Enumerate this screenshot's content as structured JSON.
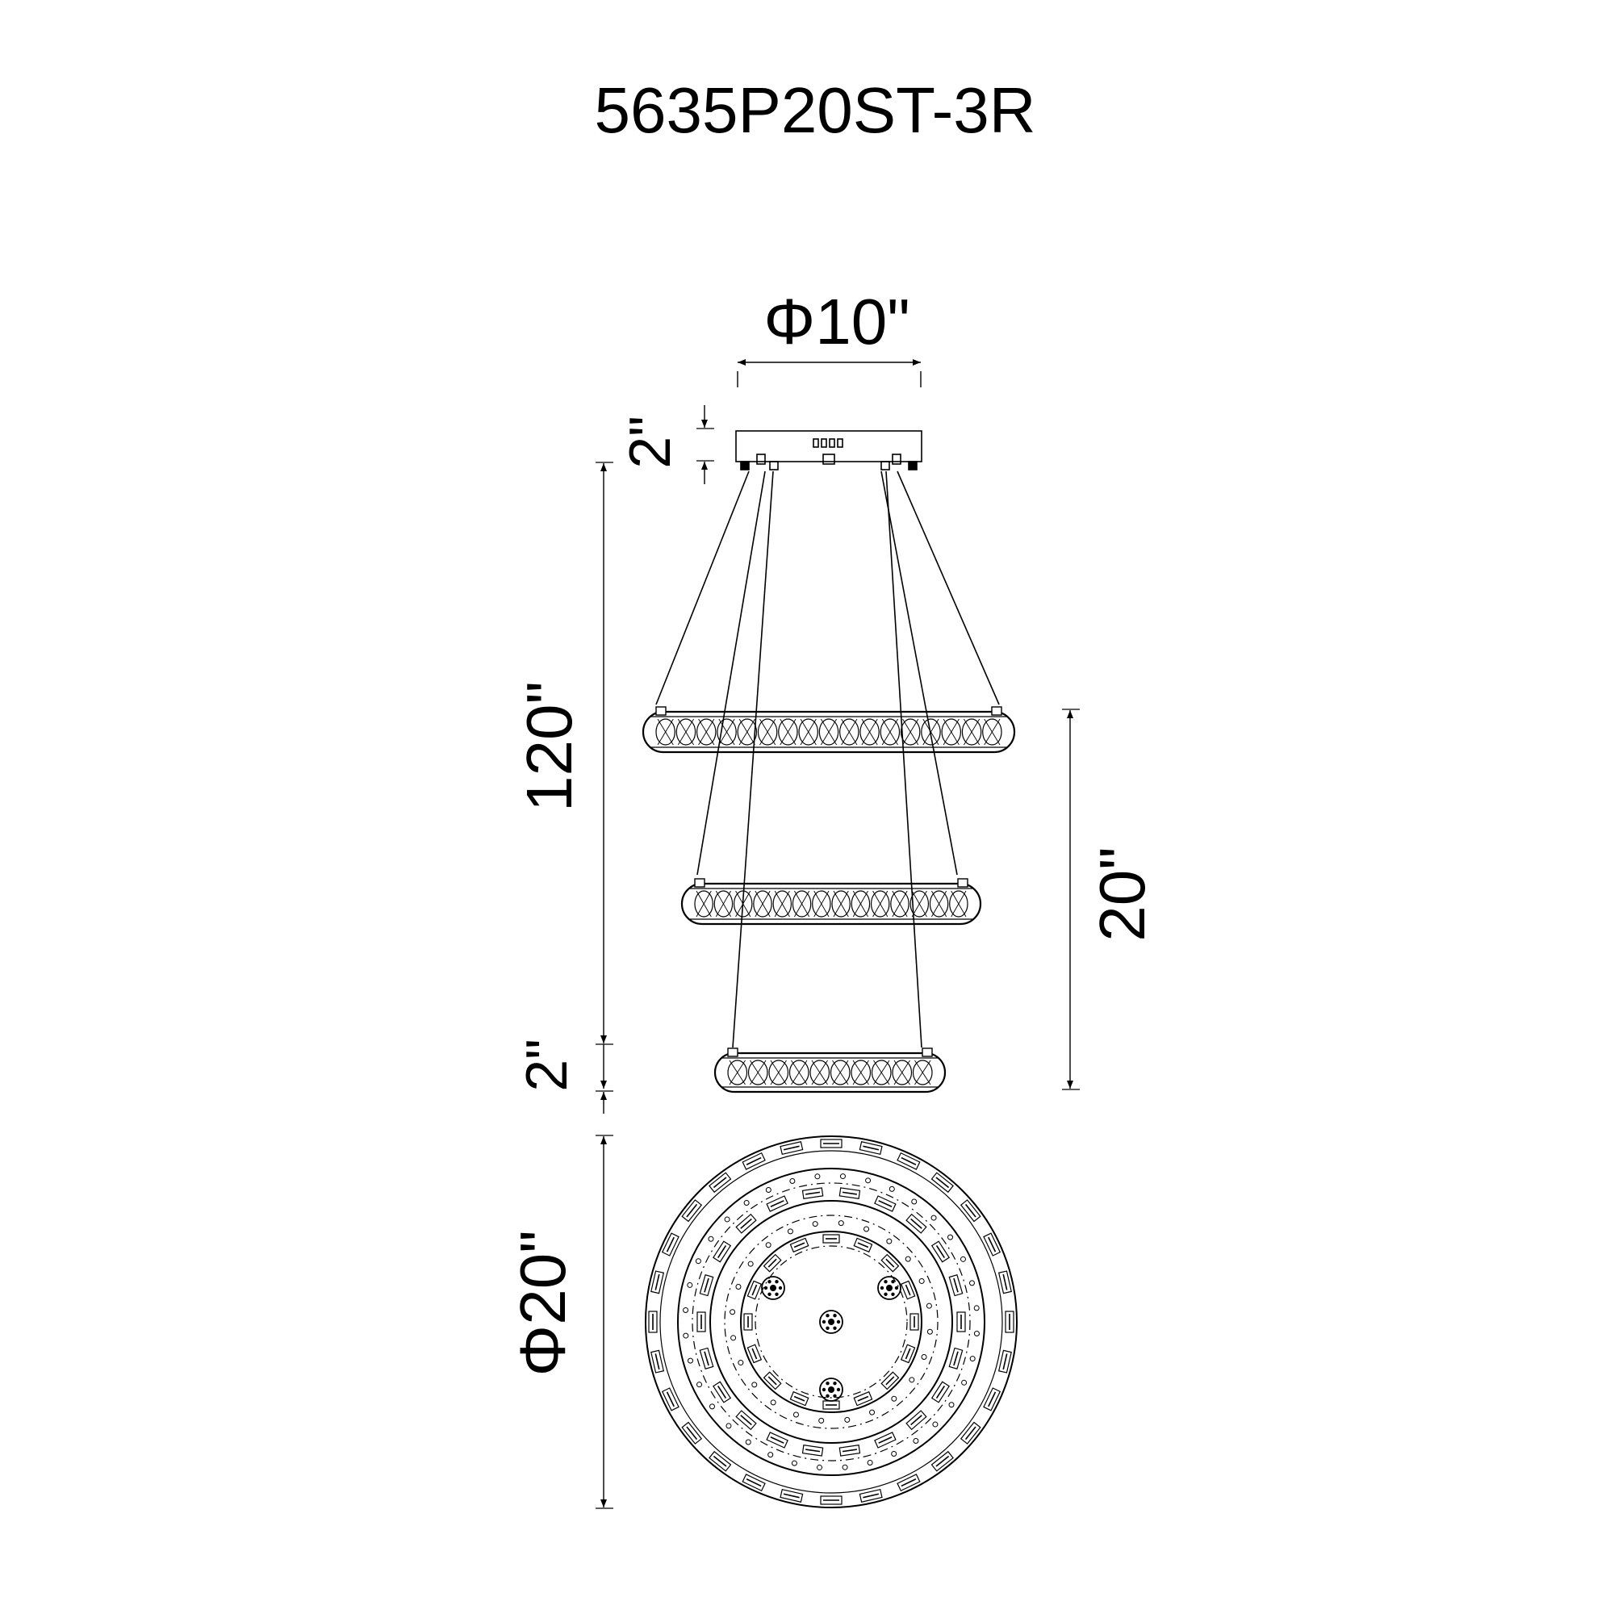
{
  "model": "5635P20ST-3R",
  "dimensions": {
    "canopy_diameter": "Φ10\"",
    "canopy_height": "2\"",
    "overall_height": "120\"",
    "ring_height": "2\"",
    "body_height": "20\"",
    "diameter": "Φ20\""
  },
  "colors": {
    "line": "#000000",
    "background": "#ffffff"
  }
}
